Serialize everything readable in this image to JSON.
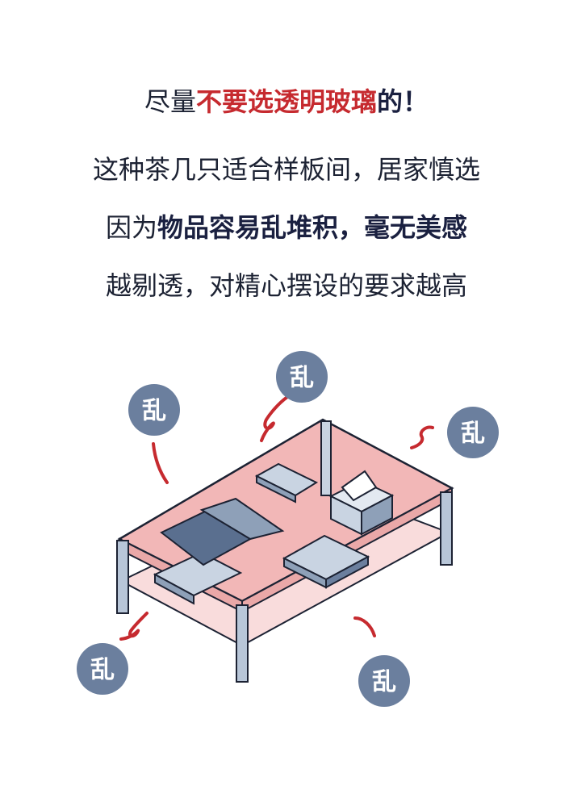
{
  "lines": [
    {
      "segments": [
        {
          "text": "尽量",
          "style": "normal"
        },
        {
          "text": "不要选透明玻璃",
          "style": "red"
        },
        {
          "text": "的！",
          "style": "bold"
        }
      ]
    },
    {
      "segments": [
        {
          "text": "这种茶几只适合样板间，居家慎选",
          "style": "normal"
        }
      ]
    },
    {
      "segments": [
        {
          "text": "因为",
          "style": "normal"
        },
        {
          "text": "物品容易乱堆积，毫无美感",
          "style": "bold"
        }
      ]
    },
    {
      "segments": [
        {
          "text": "越剔透，对精心摆设的要求越高",
          "style": "normal"
        }
      ]
    }
  ],
  "badges": [
    "乱",
    "乱",
    "乱",
    "乱",
    "乱"
  ],
  "colors": {
    "accent_red": "#c62a2f",
    "ink": "#1c2233",
    "badge": "#6b7f9e",
    "glass": "#f2b7b7",
    "glass_light": "#f9dcdc"
  }
}
